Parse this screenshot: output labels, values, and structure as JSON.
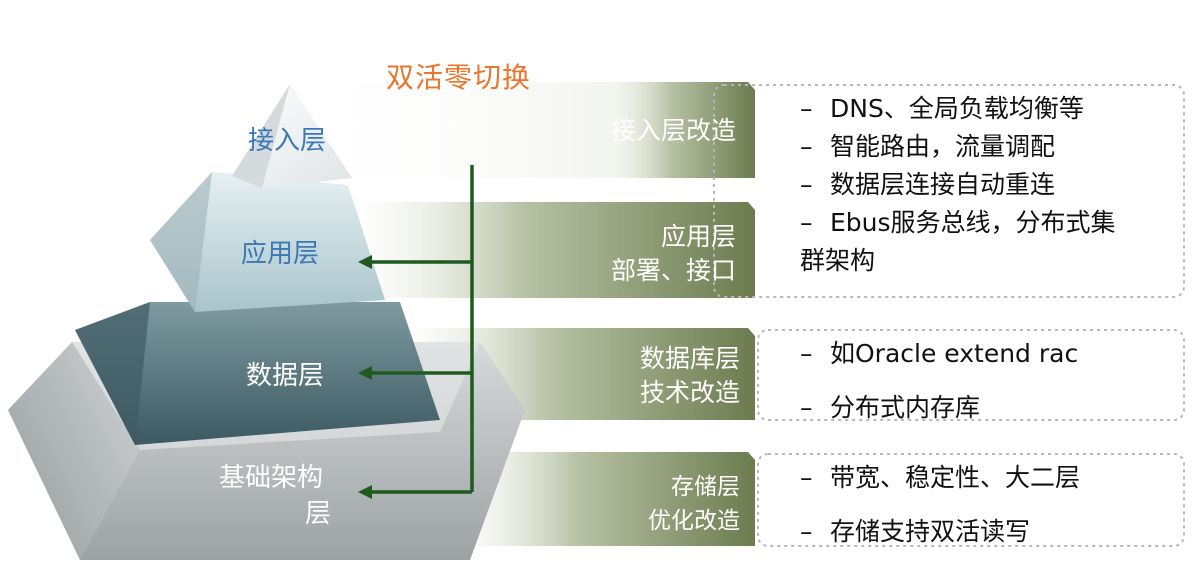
{
  "title": "双活零切换",
  "layers": [
    {
      "label": "接入层"
    },
    {
      "label": "应用层"
    },
    {
      "label": "数据层"
    },
    {
      "label_lines": [
        "基础架构",
        "层"
      ]
    }
  ],
  "bands": [
    {
      "lines": [
        "接入层改造"
      ]
    },
    {
      "lines": [
        "应用层",
        "部署、接口"
      ]
    },
    {
      "lines": [
        "数据库层",
        "技术改造"
      ]
    },
    {
      "lines": [
        "存储层",
        "优化改造"
      ]
    }
  ],
  "detail_boxes": [
    {
      "items": [
        "DNS、全局负载均衡等",
        "智能路由，流量调配",
        "数据层连接自动重连",
        "Ebus服务总线，分布式集",
        "群架构"
      ]
    },
    {
      "items": [
        "如Oracle extend rac",
        "分布式内存库"
      ]
    },
    {
      "items": [
        "带宽、稳定性、大二层",
        "存储支持双活读写"
      ]
    }
  ],
  "colors": {
    "title": "#e8762c",
    "band": "#6b7c4e",
    "arrow": "#1f5a1f",
    "layer_text_top": "#3a78b8",
    "pyramid_top": "#f4f6f7",
    "pyramid_app": "#c9dde2",
    "pyramid_data": "#4e6f78",
    "pyramid_base": "#bfc3c4"
  }
}
